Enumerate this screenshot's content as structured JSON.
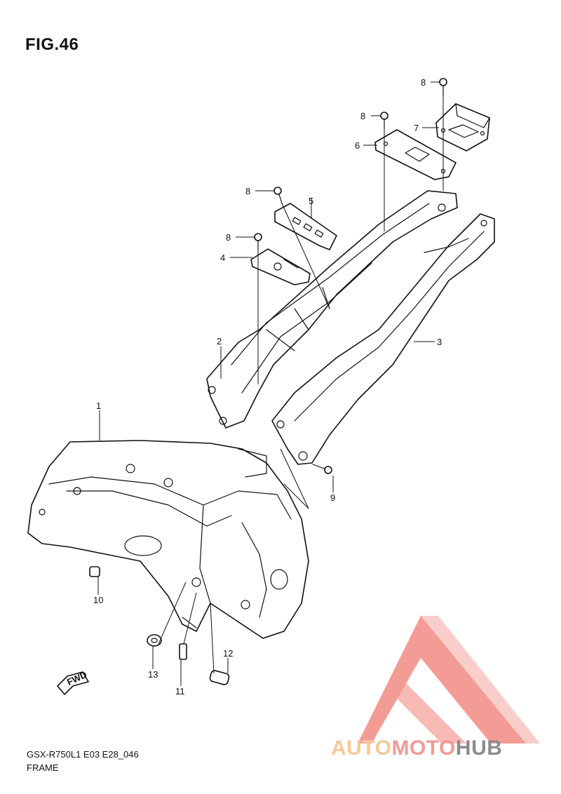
{
  "figure": {
    "title": "FIG.46"
  },
  "callouts": [
    {
      "id": "c8a",
      "label": "8"
    },
    {
      "id": "c7",
      "label": "7"
    },
    {
      "id": "c8b",
      "label": "8"
    },
    {
      "id": "c6",
      "label": "6"
    },
    {
      "id": "c8c",
      "label": "8"
    },
    {
      "id": "c5",
      "label": "5"
    },
    {
      "id": "c8d",
      "label": "8"
    },
    {
      "id": "c4",
      "label": "4"
    },
    {
      "id": "c2",
      "label": "2"
    },
    {
      "id": "c3",
      "label": "3"
    },
    {
      "id": "c1",
      "label": "1"
    },
    {
      "id": "c9",
      "label": "9"
    },
    {
      "id": "c10",
      "label": "10"
    },
    {
      "id": "c12",
      "label": "12"
    },
    {
      "id": "c13",
      "label": "13"
    },
    {
      "id": "c11",
      "label": "11"
    }
  ],
  "fwd_arrow_label": "FWD",
  "footer": {
    "model_code": "GSX-R750L1 E03 E28_046",
    "section_name": "FRAME"
  },
  "watermark": {
    "parts": [
      "AUTO",
      "MOTO",
      "HUB"
    ],
    "colors": {
      "auto": "#f7c89a",
      "moto": "#f39a94",
      "hub": "#8c8c8c",
      "triangle": "#f28b84"
    }
  }
}
